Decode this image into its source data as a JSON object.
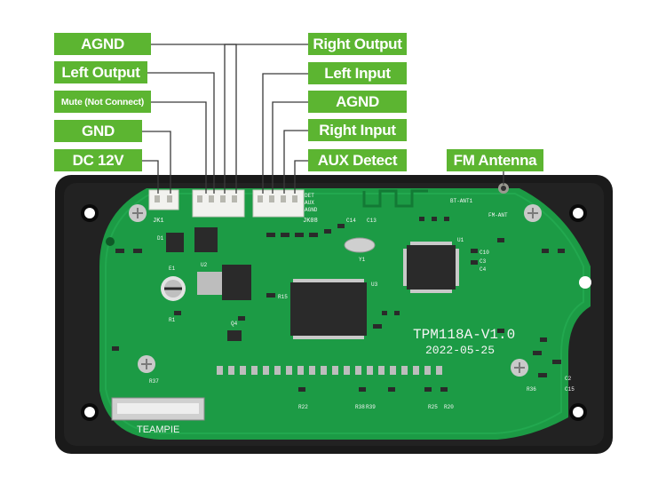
{
  "connector_labels": {
    "agnd_left": "AGND",
    "left_output": "Left Output",
    "mute": "Mute (Not Connect)",
    "gnd": "GND",
    "dc_12v": "DC 12V",
    "right_output": "Right Output",
    "left_input": "Left Input",
    "agnd_right": "AGND",
    "right_input": "Right Input",
    "aux_detect": "AUX Detect",
    "fm_antenna": "FM Antenna"
  },
  "board": {
    "model": "TPM118A-V1.0",
    "date": "2022-05-25",
    "brand": "TEAMPIE",
    "silkscreen": {
      "bt_ant": "BT-ANT1",
      "fm_ant": "FM-ANT",
      "jk1": "JK1",
      "jk08": "JK08",
      "u1": "U1",
      "u2": "U2",
      "u3": "U3",
      "y1": "Y1",
      "d1": "D1",
      "e1": "E1",
      "r15": "R15",
      "r1": "R1",
      "q4": "Q4",
      "c14": "C14",
      "c13": "C13",
      "c10": "C10",
      "c3": "C3",
      "c4": "C4",
      "r37": "R37",
      "r22": "R22",
      "r38": "R38",
      "r39": "R39",
      "r20": "R20",
      "r25": "R25",
      "r36": "R36",
      "c15": "C15",
      "c2": "C2",
      "det": "DET",
      "aux": "AUX",
      "agnd": "AGND"
    }
  },
  "colors": {
    "label_bg": "#5cb531",
    "label_text": "#ffffff",
    "leader": "#3a3a3a",
    "pcb": "#1c9b45",
    "pcb_dark": "#137a35",
    "case": "#1a1a1a",
    "connector": "#f2f2ef",
    "chip": "#2a2a2a"
  }
}
